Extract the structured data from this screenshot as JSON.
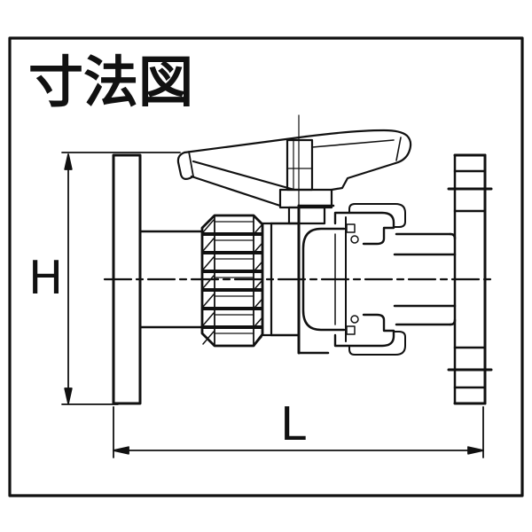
{
  "title": {
    "text": "寸法図"
  },
  "colors": {
    "background": "#ffffff",
    "line": "#111111"
  },
  "dimensions": {
    "h": {
      "label": "H",
      "orientation": "vertical"
    },
    "l": {
      "label": "L",
      "orientation": "horizontal"
    }
  },
  "drawing": {
    "type": "technical-line-drawing",
    "subject": "flanged-ball-valve-side-view",
    "components": [
      "left-flange",
      "left-pipe",
      "knurled-union-nut",
      "butterfly-handle",
      "valve-body",
      "union-ears",
      "right-pipe",
      "right-flange-with-studs",
      "centerline"
    ]
  }
}
